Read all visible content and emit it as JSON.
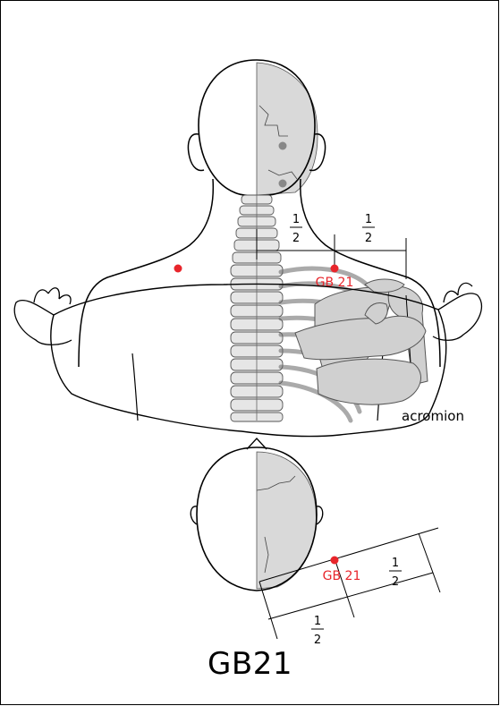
{
  "diagram": {
    "title": "GB21",
    "point_label": "GB 21",
    "structure_label": "acromion",
    "fraction": {
      "numerator": "1",
      "denominator": "2"
    }
  },
  "colors": {
    "point": "#e8252b",
    "bone_fill": "#d9d9d9",
    "outline": "#000000",
    "bone_stroke": "#555555"
  },
  "icons": [
    "acupoint-dot-icon"
  ]
}
